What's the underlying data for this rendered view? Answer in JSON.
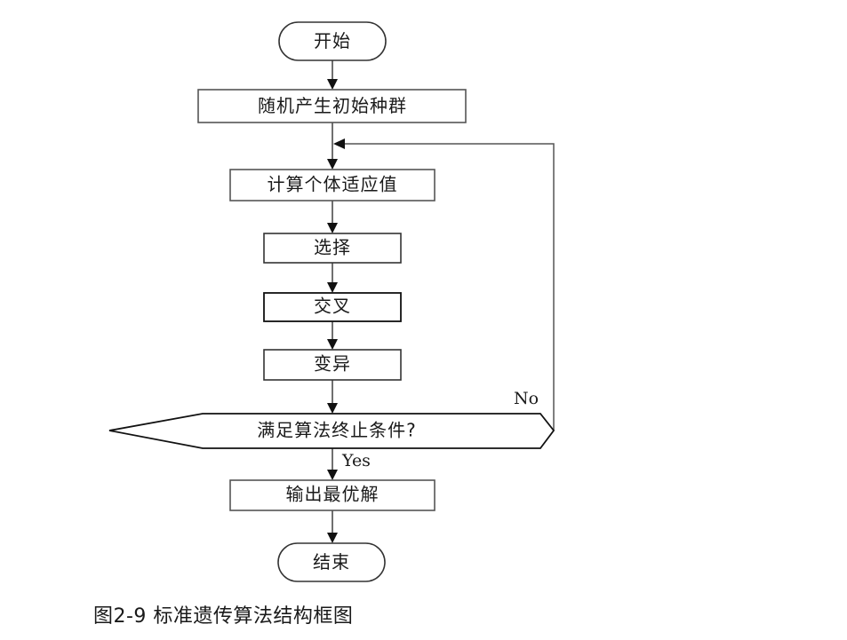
{
  "figure": {
    "caption": "图2-9  标准遗传算法结构框图",
    "title": "标准遗传算法结构框图",
    "number": "图2-9"
  },
  "colors": {
    "background": "#ffffff",
    "box_border": "#555555",
    "box_border_dark": "#111111",
    "connector": "#707070",
    "text": "#1a1a1a"
  },
  "flowchart": {
    "nodes": [
      {
        "id": "start",
        "label": "开始",
        "shape": "terminator"
      },
      {
        "id": "init",
        "label": "随机产生初始种群",
        "shape": "process"
      },
      {
        "id": "fitness",
        "label": "计算个体适应值",
        "shape": "process"
      },
      {
        "id": "selection",
        "label": "选择",
        "shape": "process"
      },
      {
        "id": "crossover",
        "label": "交叉",
        "shape": "process"
      },
      {
        "id": "mutation",
        "label": "变异",
        "shape": "process"
      },
      {
        "id": "decision",
        "label": "满足算法终止条件?",
        "shape": "decision"
      },
      {
        "id": "output",
        "label": "输出最优解",
        "shape": "process"
      },
      {
        "id": "end",
        "label": "结束",
        "shape": "terminator"
      }
    ],
    "edge_labels": {
      "no": "No",
      "yes": "Yes"
    },
    "edges": [
      {
        "from": "start",
        "to": "init",
        "label": ""
      },
      {
        "from": "init",
        "to": "fitness",
        "label": ""
      },
      {
        "from": "fitness",
        "to": "selection",
        "label": ""
      },
      {
        "from": "selection",
        "to": "crossover",
        "label": ""
      },
      {
        "from": "crossover",
        "to": "mutation",
        "label": ""
      },
      {
        "from": "mutation",
        "to": "decision",
        "label": ""
      },
      {
        "from": "decision",
        "to": "output",
        "label": "Yes"
      },
      {
        "from": "decision",
        "to": "fitness",
        "label": "No"
      }
    ]
  }
}
